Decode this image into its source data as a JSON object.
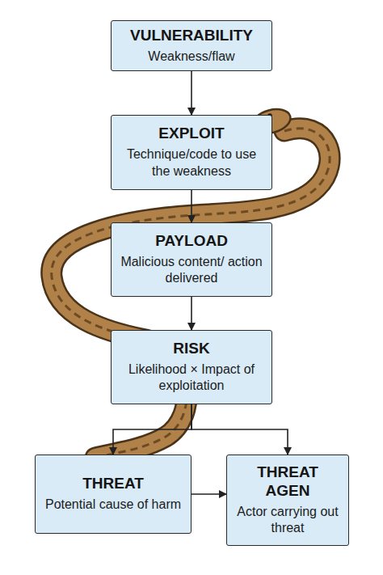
{
  "diagram": {
    "nodes": [
      {
        "text": [
          "VULNERABILITY",
          "Weakness/flaw"
        ]
      },
      {
        "text": [
          "EXPLOIT",
          "Technique/code to use the weakness"
        ]
      },
      {
        "text": [
          "PAYLOAD",
          "Malicious content/ action delivered"
        ]
      },
      {
        "text": [
          "RISK",
          "Likelihood × Impact of exploitation"
        ]
      },
      {
        "text": [
          "THREAT",
          "Potential cause of harm"
        ]
      },
      {
        "text": [
          "THREAT AGEN",
          "Actor carrying out threat"
        ]
      }
    ],
    "edges": [
      {
        "from": 0,
        "to": 1,
        "arrow": "to"
      },
      {
        "from": 1,
        "to": 2,
        "arrow": "to"
      },
      {
        "from": 2,
        "to": 3,
        "arrow": "to"
      },
      {
        "from": 3,
        "to": 4,
        "arrow": "to"
      },
      {
        "from": 3,
        "to": 5,
        "arrow": "to"
      },
      {
        "from": 4,
        "to": 5,
        "arrow": "to"
      }
    ]
  }
}
